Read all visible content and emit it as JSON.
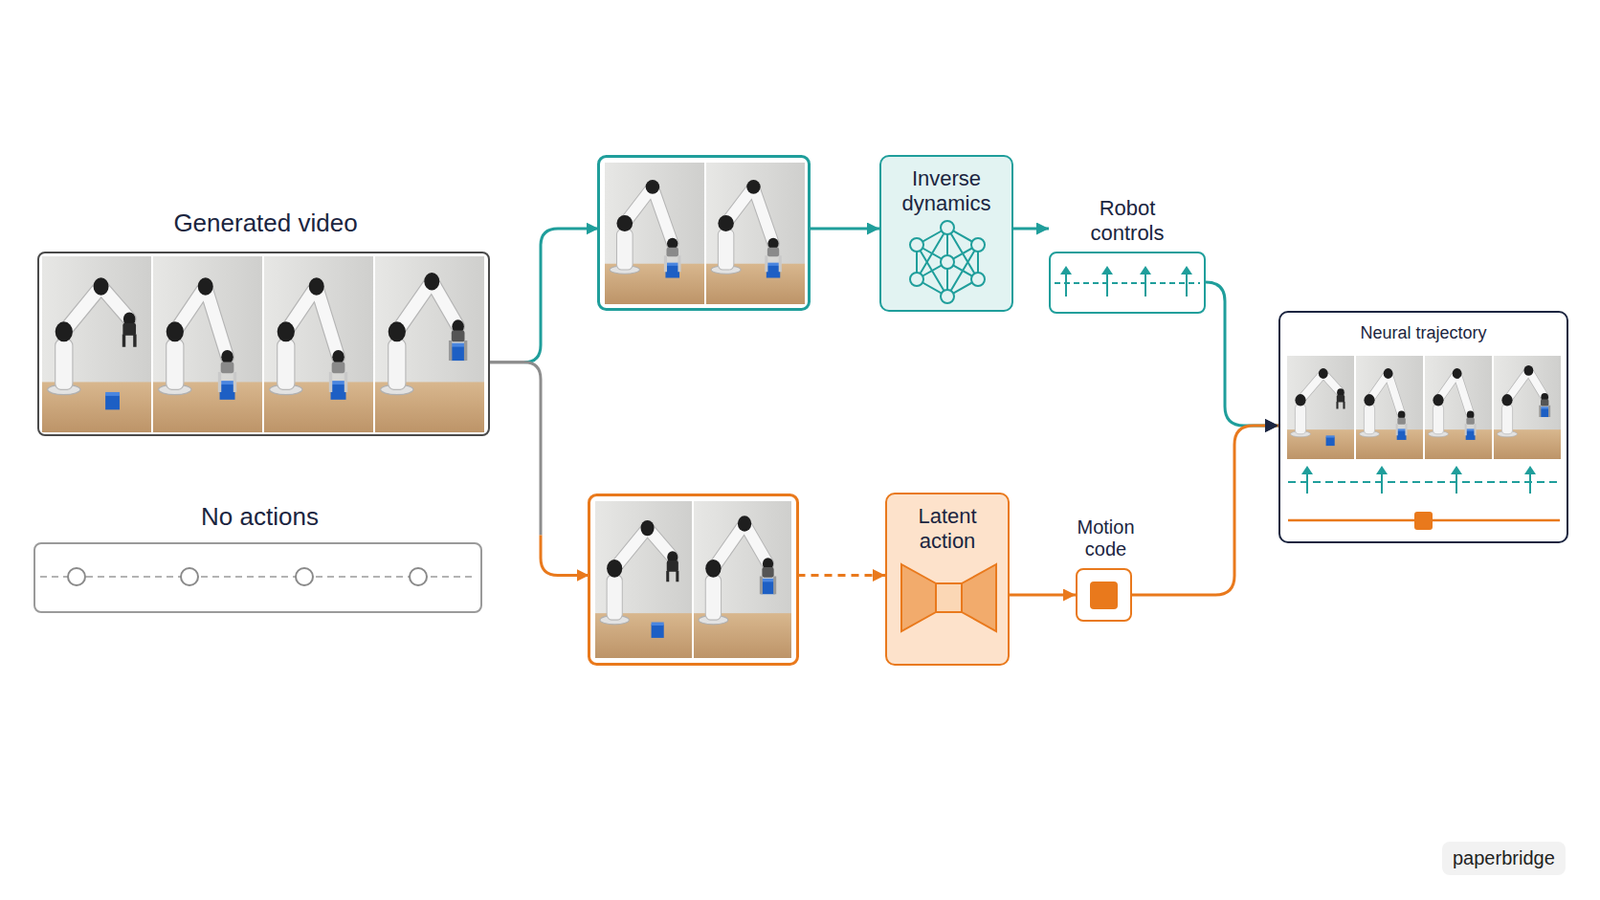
{
  "diagram": {
    "nodes": [
      {
        "text": [
          "Generated video"
        ]
      },
      {
        "text": [
          "No actions"
        ]
      },
      {
        "text": [
          "Inverse dynamics"
        ]
      },
      {
        "text": [
          "Robot controls"
        ]
      },
      {
        "text": [
          "Latent action"
        ]
      },
      {
        "text": [
          "Motion code"
        ]
      },
      {
        "text": [
          "Neural trajectory"
        ]
      }
    ],
    "edges": [
      {
        "from": 0,
        "to": 2,
        "arrow": "to"
      },
      {
        "from": 2,
        "to": 3,
        "arrow": "to"
      },
      {
        "from": 3,
        "to": 6,
        "arrow": "to"
      },
      {
        "from": 0,
        "to": 4,
        "arrow": "to"
      },
      {
        "from": 4,
        "to": 5,
        "arrow": "to"
      },
      {
        "from": 5,
        "to": 6,
        "arrow": "to"
      }
    ],
    "labels": [
      "paperbridge"
    ]
  }
}
